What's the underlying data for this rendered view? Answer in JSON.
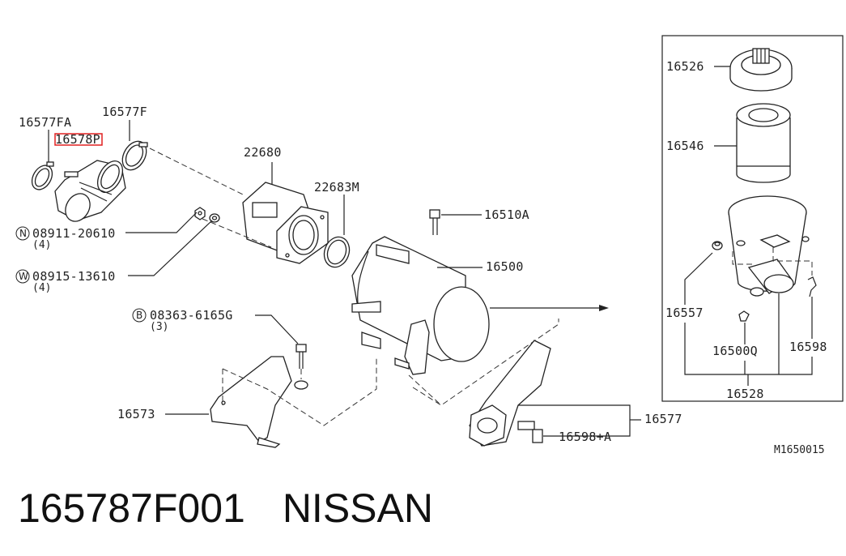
{
  "diagram": {
    "highlight_color": "#e02020",
    "labels": {
      "p16577FA": "16577FA",
      "p16578P": "16578P",
      "p16577F": "16577F",
      "p22680": "22680",
      "p22683M": "22683M",
      "p16510A": "16510A",
      "p16500": "16500",
      "p08911": "08911-20610",
      "p08911_qty": "(4)",
      "p08911_prefix": "N",
      "p08915": "08915-13610",
      "p08915_qty": "(4)",
      "p08915_prefix": "W",
      "p08363": "08363-6165G",
      "p08363_qty": "(3)",
      "p08363_prefix": "B",
      "p16573": "16573",
      "p16577": "16577",
      "p16598A": "16598+A",
      "p16526": "16526",
      "p16546": "16546",
      "p16557": "16557",
      "p16500Q": "16500Q",
      "p16598": "16598",
      "p16528": "16528",
      "drawing_no": "M1650015"
    }
  },
  "footer": {
    "part_number": "165787F001",
    "brand": "NISSAN"
  }
}
